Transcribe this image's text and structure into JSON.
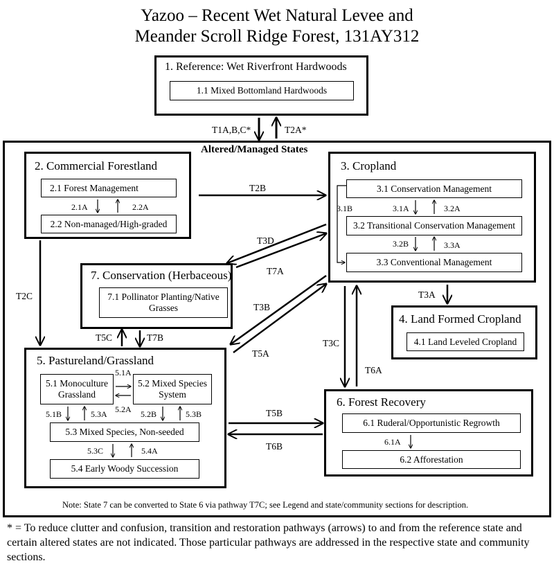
{
  "title": {
    "line1": "Yazoo – Recent Wet Natural Levee and",
    "line2": "Meander Scroll Ridge Forest, 131AY312"
  },
  "states": {
    "s1": {
      "title": "1. Reference: Wet Riverfront Hardwoods",
      "c1": "1.1 Mixed Bottomland Hardwoods"
    },
    "altered_label": "Altered/Managed States",
    "s2": {
      "title": "2. Commercial Forestland",
      "c1": "2.1 Forest Management",
      "c2": "2.2 Non-managed/High-graded"
    },
    "s3": {
      "title": "3. Cropland",
      "c1": "3.1 Conservation Management",
      "c2": "3.2 Transitional Conservation Management",
      "c3": "3.3 Conventional Management"
    },
    "s4": {
      "title": "4. Land Formed Cropland",
      "c1": "4.1 Land Leveled Cropland"
    },
    "s5": {
      "title": "5. Pastureland/Grassland",
      "c1": "5.1 Monoculture Grassland",
      "c2": "5.2 Mixed Species System",
      "c3": "5.3 Mixed Species, Non-seeded",
      "c4": "5.4 Early Woody Succession"
    },
    "s6": {
      "title": "6. Forest Recovery",
      "c1": "6.1 Ruderal/Opportunistic Regrowth",
      "c2": "6.2 Afforestation"
    },
    "s7": {
      "title": "7. Conservation (Herbaceous)",
      "c1": "7.1 Pollinator Planting/Native Grasses"
    }
  },
  "pathways": {
    "t1": "T1A,B,C*",
    "t2a": "T2A*",
    "t2b": "T2B",
    "t2c": "T2C",
    "t3a": "T3A",
    "t3b": "T3B",
    "t3c": "T3C",
    "t3d": "T3D",
    "t5a": "T5A",
    "t5b": "T5B",
    "t5c": "T5C",
    "t6a": "T6A",
    "t6b": "T6B",
    "t7a": "T7A",
    "t7b": "T7B",
    "p21a": "2.1A",
    "p22a": "2.2A",
    "p31a": "3.1A",
    "p32a": "3.2A",
    "p31b": "3.1B",
    "p32b": "3.2B",
    "p33a": "3.3A",
    "p51a": "5.1A",
    "p52a": "5.2A",
    "p51b": "5.1B",
    "p53a": "5.3A",
    "p52b": "5.2B",
    "p53b": "5.3B",
    "p53c": "5.3C",
    "p54a": "5.4A",
    "p61a": "6.1A"
  },
  "note": "Note: State 7 can be converted to State 6 via pathway T7C; see Legend and state/community sections for description.",
  "footnote": "* = To reduce clutter and confusion, transition and restoration pathways (arrows) to and from the reference state and certain altered states are not indicated. Those particular pathways are addressed in the respective state and community sections."
}
